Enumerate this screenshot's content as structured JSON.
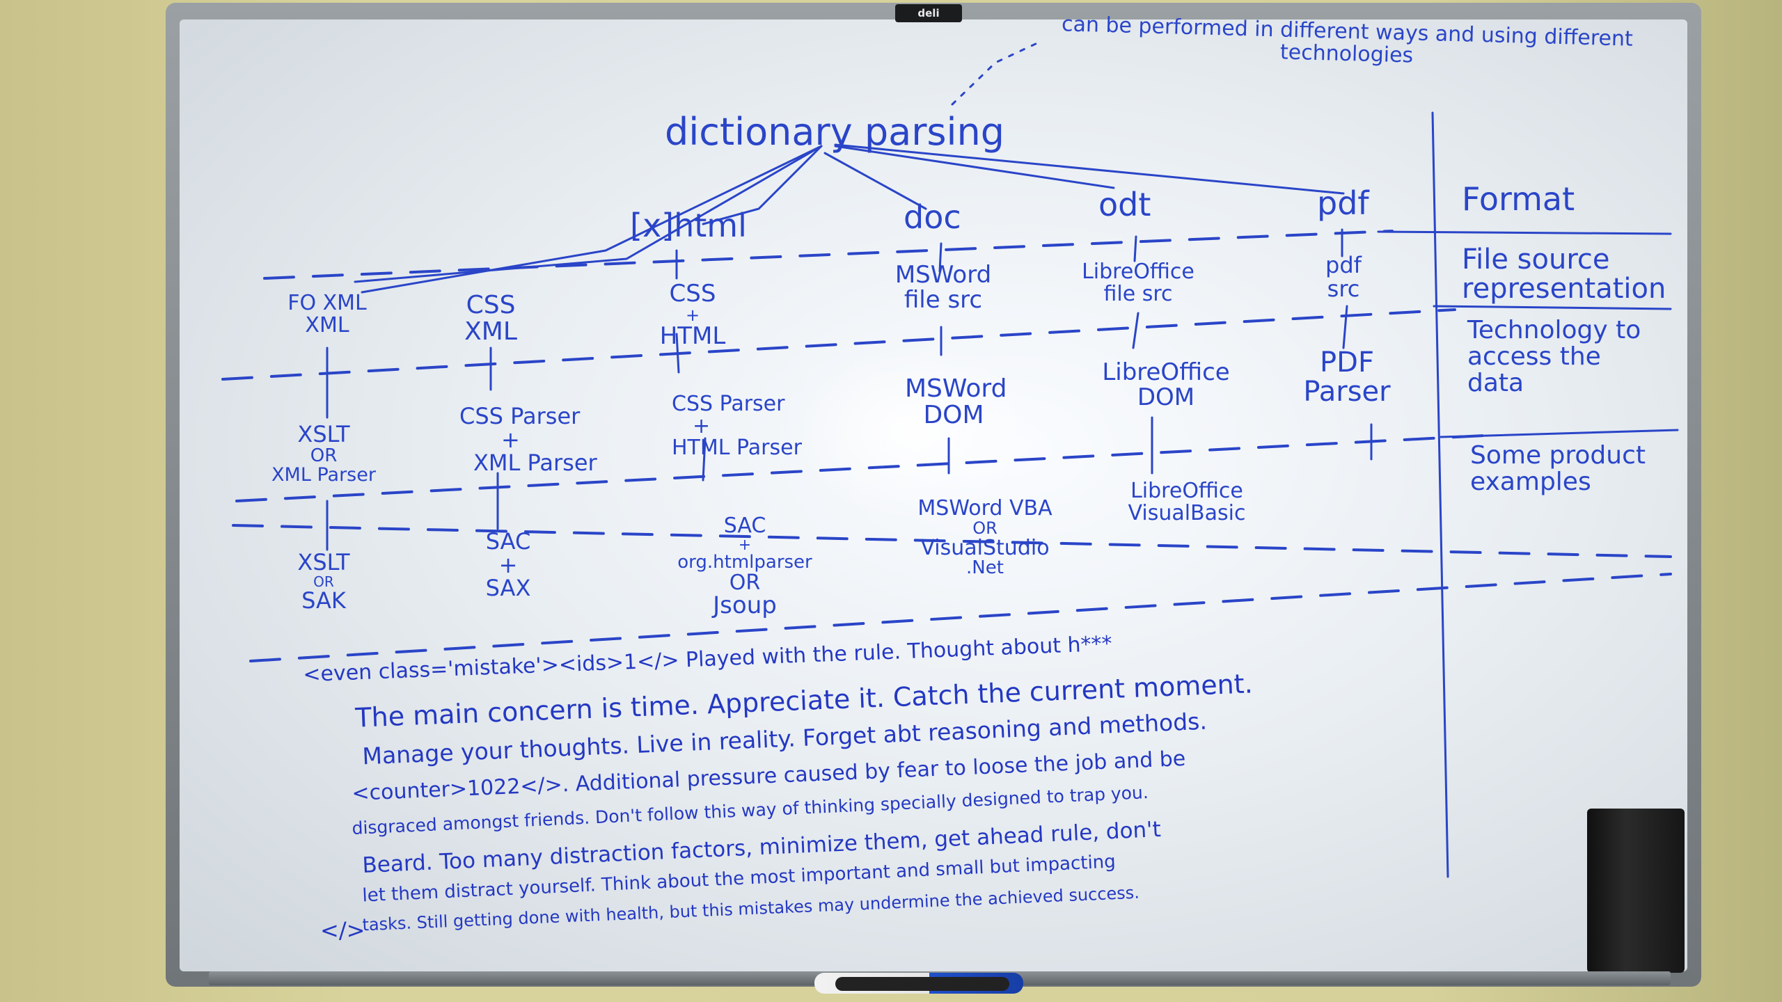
{
  "brand": "deli",
  "annotation_top": "can be performed in different ways and using different technologies",
  "title": "dictionary parsing",
  "formats": [
    "[x]html",
    "doc",
    "odt",
    "pdf"
  ],
  "legend": [
    "Format",
    "File source representation",
    "Technology to access the data",
    "Some product examples"
  ],
  "tree": {
    "col1": [
      "FO XML",
      "XML",
      "XSLT",
      "OR",
      "XML Parser",
      "XSLT",
      "OR",
      "SAK"
    ],
    "col2": [
      "CSS",
      "XML",
      "CSS Parser",
      "+",
      "XML Parser",
      "SAC",
      "+",
      "SAX"
    ],
    "col3": [
      "CSS",
      "+",
      "HTML",
      "CSS Parser",
      "+",
      "HTML Parser",
      "SAC",
      "+",
      "org.htmlparser",
      "OR",
      "Jsoup"
    ],
    "doc": [
      "MSWord",
      "file src",
      "MSWord",
      "DOM",
      "MSWord VBA",
      "OR",
      "VisualStudio",
      ".Net"
    ],
    "odt": [
      "LibreOffice",
      "file src",
      "LibreOffice",
      "DOM",
      "LibreOffice",
      "VisualBasic"
    ],
    "pdf": [
      "pdf",
      "src",
      "PDF",
      "Parser"
    ]
  },
  "notes": [
    "<even class='mistake'><ids>1</> Played with the rule. Thought about h***",
    "The main concern is time. Appreciate it. Catch the current moment.",
    "Manage your thoughts. Live in reality. Forget abt reasoning and methods.",
    "<counter>1022</>. Additional pressure caused by fear to loose the job and be",
    "disgraced amongst friends. Don't follow this way of thinking specially designed to trap you.",
    "Beard. Too many distraction factors, minimize them, get ahead rule, don't",
    "let them distract yourself. Think about the most important and small but impacting",
    "tasks. Still getting done with health, but this mistakes may undermine the achieved success.",
    "</>"
  ]
}
